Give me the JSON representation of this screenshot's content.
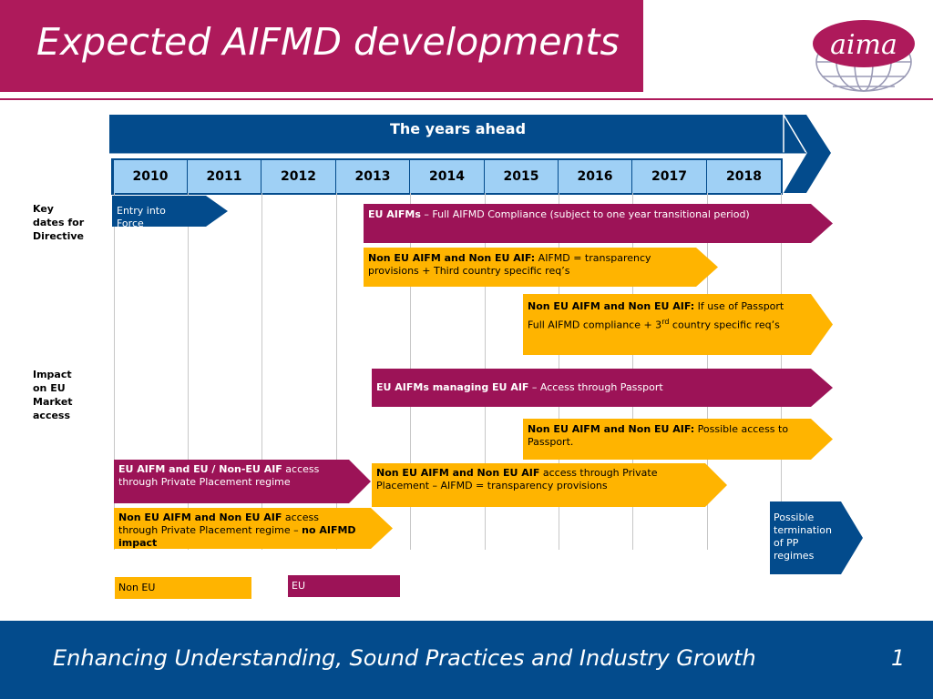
{
  "header": {
    "title": "Expected AIFMD developments",
    "logo_text": "aima"
  },
  "timeline": {
    "banner": "The years ahead",
    "years": [
      "2010",
      "2011",
      "2012",
      "2013",
      "2014",
      "2015",
      "2016",
      "2017",
      "2018"
    ]
  },
  "side_labels": {
    "key_dates": [
      "Key",
      "dates for",
      "Directive"
    ],
    "impact": [
      "Impact",
      "on EU",
      "Market",
      "access"
    ]
  },
  "arrows": {
    "entry": "Entry into Force",
    "eu_aifms_bold": "EU AIFMs",
    "eu_aifms_rest": " – Full AIFMD Compliance (subject to one year transitional period)",
    "noneu_transp_bold": "Non EU AIFM and Non EU AIF:",
    "noneu_transp_rest": " AIFMD = transparency provisions + Third country specific req’s",
    "noneu_passport_bold": "Non EU AIFM and Non EU AIF:",
    "noneu_passport_rest": " If use of Passport",
    "noneu_passport_line2a": "Full AIFMD compliance + 3",
    "noneu_passport_sup": "rd",
    "noneu_passport_line2b": " country specific req’s",
    "eu_managing_bold": "EU AIFMs managing EU AIF",
    "eu_managing_rest": " – Access through Passport",
    "noneu_possible_bold": "Non EU AIFM and Non EU AIF:",
    "noneu_possible_rest": " Possible access to Passport.",
    "eu_pp_bold": "EU AIFM  and EU / Non-EU AIF",
    "eu_pp_rest": " access through Private Placement regime",
    "noneu_pp2_bold": "Non EU  AIFM and Non EU AIF",
    "noneu_pp2_rest": " access through Private Placement – AIFMD = transparency provisions",
    "noneu_pp1_bold": "Non EU AIFM and Non EU AIF",
    "noneu_pp1_mid": " access through Private Placement regime – ",
    "noneu_pp1_bold2": "no AIFMD impact",
    "termination": "Possible termination of PP regimes"
  },
  "legend": {
    "non_eu": "Non EU",
    "eu": "EU"
  },
  "footer": {
    "tagline": "Enhancing Understanding, Sound Practices and Industry Growth",
    "page": "1"
  },
  "colors": {
    "magenta": "#ae1a5b",
    "gold": "#ffb400",
    "navy": "#034b8c",
    "light_blue": "#9fd0f5"
  }
}
